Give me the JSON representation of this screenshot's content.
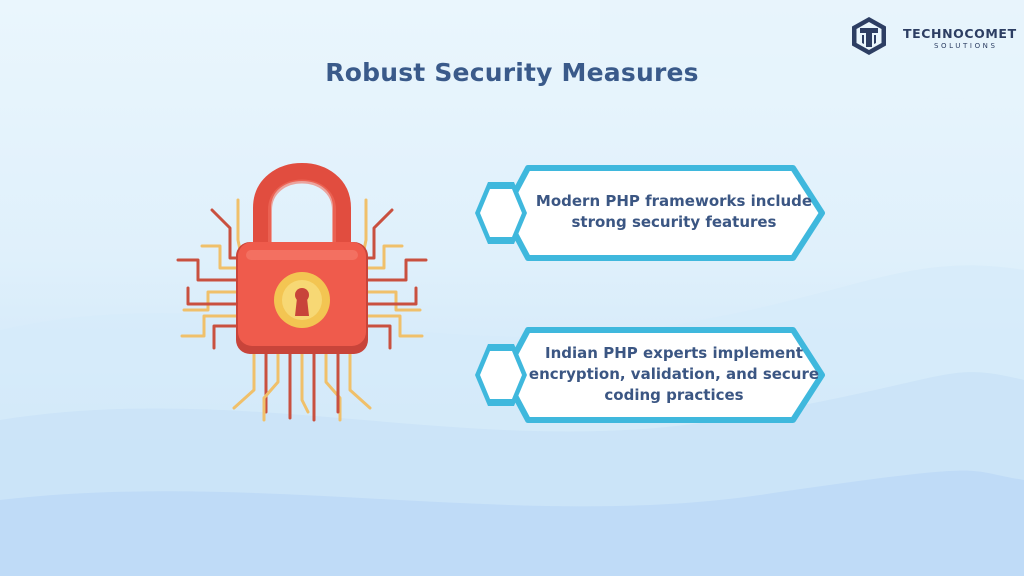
{
  "brand": {
    "name": "TECHNOCOMET",
    "tagline": "SOLUTIONS",
    "logo_icon": "hexagon-t-logo-icon",
    "colors": {
      "logo": "#2d3e63"
    }
  },
  "heading": {
    "title": "Robust Security Measures"
  },
  "illustration": {
    "icon": "padlock-circuit-icon",
    "colors": {
      "lock_body": "#ef5b4c",
      "keyhole_plate": "#f3c552",
      "circuit_red": "#c9503f",
      "circuit_yellow": "#f0c06a"
    }
  },
  "points": [
    {
      "text": "Modern PHP frameworks include strong security features"
    },
    {
      "text": "Indian PHP experts implement encryption, validation, and secure coding practices"
    }
  ],
  "colors": {
    "accent": "#3fb8dd",
    "text": "#3b5683",
    "title": "#3a5a8a"
  }
}
